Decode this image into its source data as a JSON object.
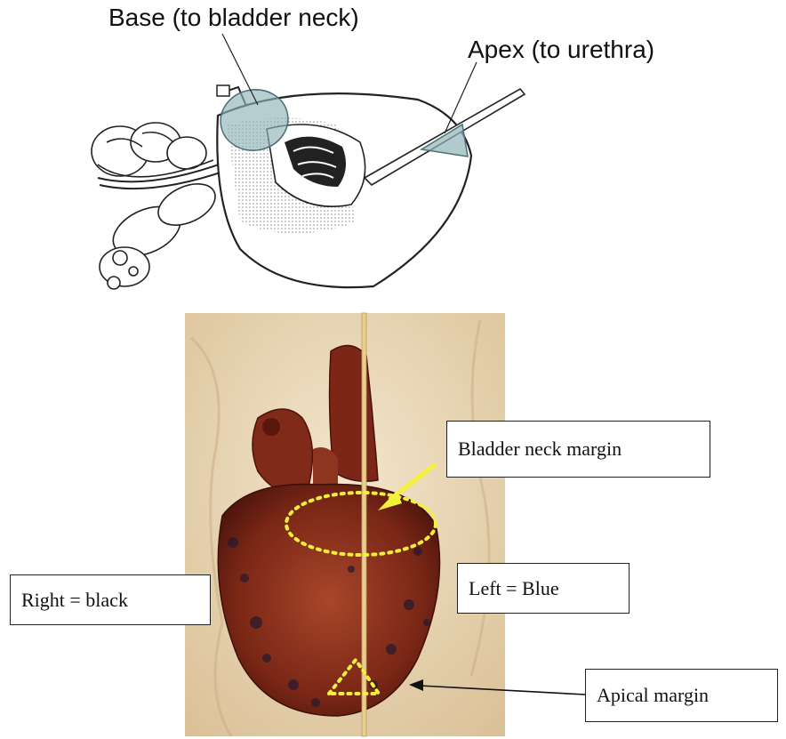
{
  "labels": {
    "base": "Base (to bladder neck)",
    "apex": "Apex (to urethra)",
    "bladder_neck_margin": "Bladder neck margin",
    "right": "Right = black",
    "left": "Left = Blue",
    "apical_margin": "Apical margin"
  },
  "colors": {
    "highlight_region": "#8fb3b8",
    "dotted_outline": "#f5f03a",
    "arrow_yellow": "#f5f03a",
    "specimen_tissue": "#8a2f1c",
    "background_drape": "#e9d6b6"
  }
}
